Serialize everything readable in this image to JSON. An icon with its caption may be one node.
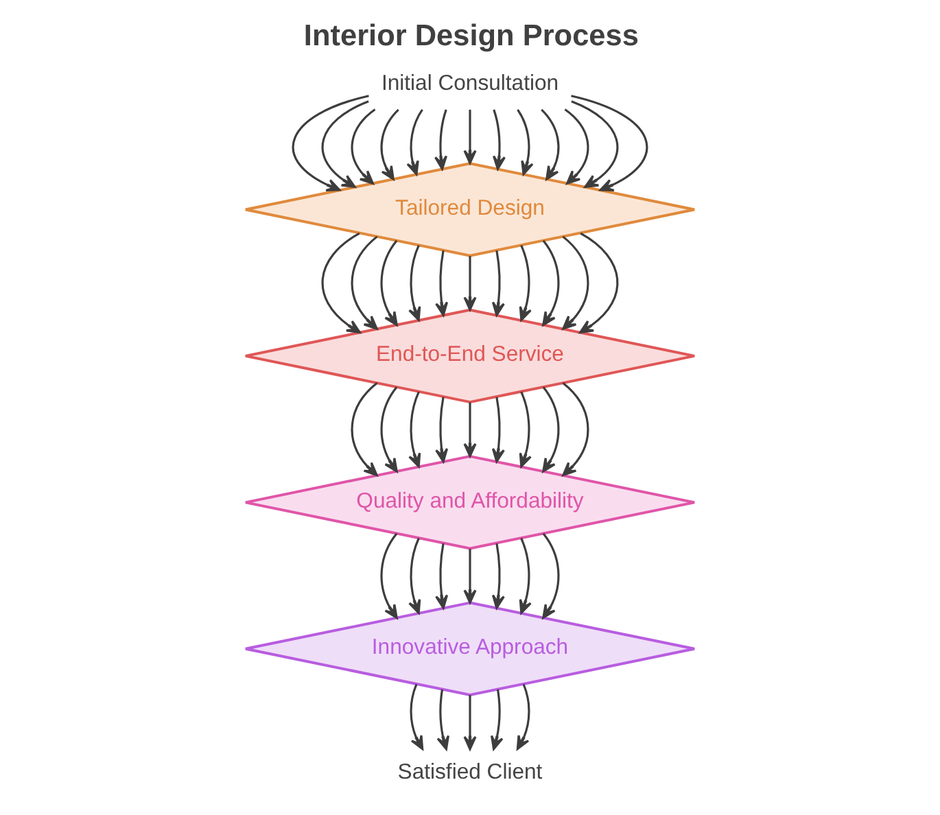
{
  "diagram": {
    "title": "Interior Design Process",
    "nodes": [
      {
        "text": [
          "Initial Consultation"
        ]
      },
      {
        "text": [
          "Tailored Design"
        ]
      },
      {
        "text": [
          "End-to-End Service"
        ]
      },
      {
        "text": [
          "Quality and Affordability"
        ]
      },
      {
        "text": [
          "Innovative Approach"
        ]
      },
      {
        "text": [
          "Satisfied Client"
        ]
      }
    ],
    "edges": [
      {
        "from": 0,
        "to": 1,
        "arrow": "to"
      },
      {
        "from": 0,
        "to": 1,
        "arrow": "to"
      },
      {
        "from": 0,
        "to": 1,
        "arrow": "to"
      },
      {
        "from": 0,
        "to": 1,
        "arrow": "to"
      },
      {
        "from": 0,
        "to": 1,
        "arrow": "to"
      },
      {
        "from": 0,
        "to": 1,
        "arrow": "to"
      },
      {
        "from": 0,
        "to": 1,
        "arrow": "to"
      },
      {
        "from": 0,
        "to": 1,
        "arrow": "to"
      },
      {
        "from": 0,
        "to": 1,
        "arrow": "to"
      },
      {
        "from": 0,
        "to": 1,
        "arrow": "to"
      },
      {
        "from": 0,
        "to": 1,
        "arrow": "to"
      },
      {
        "from": 0,
        "to": 1,
        "arrow": "to"
      },
      {
        "from": 0,
        "to": 1,
        "arrow": "to"
      },
      {
        "from": 1,
        "to": 2,
        "arrow": "to"
      },
      {
        "from": 1,
        "to": 2,
        "arrow": "to"
      },
      {
        "from": 1,
        "to": 2,
        "arrow": "to"
      },
      {
        "from": 1,
        "to": 2,
        "arrow": "to"
      },
      {
        "from": 1,
        "to": 2,
        "arrow": "to"
      },
      {
        "from": 1,
        "to": 2,
        "arrow": "to"
      },
      {
        "from": 1,
        "to": 2,
        "arrow": "to"
      },
      {
        "from": 1,
        "to": 2,
        "arrow": "to"
      },
      {
        "from": 1,
        "to": 2,
        "arrow": "to"
      },
      {
        "from": 1,
        "to": 2,
        "arrow": "to"
      },
      {
        "from": 1,
        "to": 2,
        "arrow": "to"
      },
      {
        "from": 2,
        "to": 3,
        "arrow": "to"
      },
      {
        "from": 2,
        "to": 3,
        "arrow": "to"
      },
      {
        "from": 2,
        "to": 3,
        "arrow": "to"
      },
      {
        "from": 2,
        "to": 3,
        "arrow": "to"
      },
      {
        "from": 2,
        "to": 3,
        "arrow": "to"
      },
      {
        "from": 2,
        "to": 3,
        "arrow": "to"
      },
      {
        "from": 2,
        "to": 3,
        "arrow": "to"
      },
      {
        "from": 2,
        "to": 3,
        "arrow": "to"
      },
      {
        "from": 2,
        "to": 3,
        "arrow": "to"
      },
      {
        "from": 3,
        "to": 4,
        "arrow": "to"
      },
      {
        "from": 3,
        "to": 4,
        "arrow": "to"
      },
      {
        "from": 3,
        "to": 4,
        "arrow": "to"
      },
      {
        "from": 3,
        "to": 4,
        "arrow": "to"
      },
      {
        "from": 3,
        "to": 4,
        "arrow": "to"
      },
      {
        "from": 3,
        "to": 4,
        "arrow": "to"
      },
      {
        "from": 3,
        "to": 4,
        "arrow": "to"
      },
      {
        "from": 4,
        "to": 5,
        "arrow": "to"
      },
      {
        "from": 4,
        "to": 5,
        "arrow": "to"
      },
      {
        "from": 4,
        "to": 5,
        "arrow": "to"
      },
      {
        "from": 4,
        "to": 5,
        "arrow": "to"
      },
      {
        "from": 4,
        "to": 5,
        "arrow": "to"
      }
    ]
  }
}
